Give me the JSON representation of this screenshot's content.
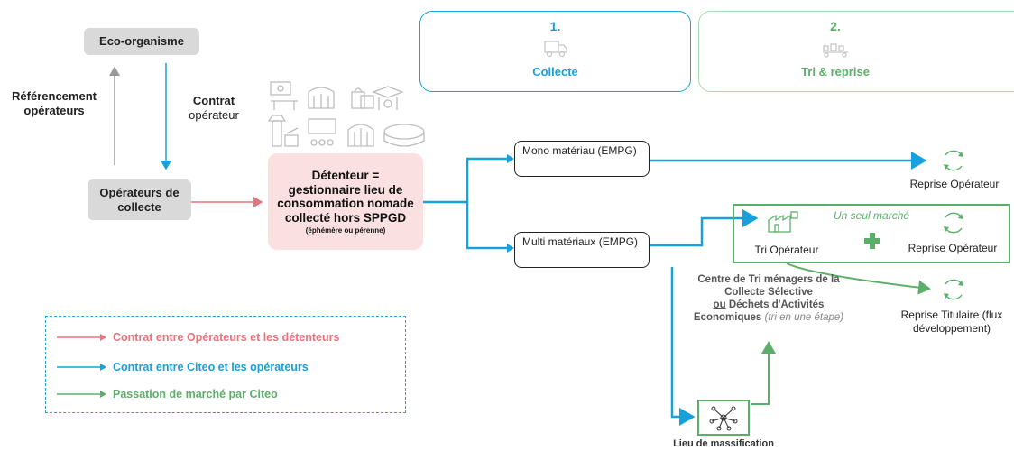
{
  "colors": {
    "pink": "#e9737c",
    "blue": "#17a0db",
    "green": "#5caf6a",
    "gray": "#d9d9d9",
    "pinkBg": "#fbe0e1"
  },
  "eco_organisme": "Eco-organisme",
  "referencement": "Référencement opérateurs",
  "contrat": {
    "bold": "Contrat",
    "normal": "opérateur"
  },
  "operateurs": "Opérateurs de collecte",
  "detenteur": {
    "main": "Détenteur = gestionnaire lieu de consommation nomade collecté hors SPPGD",
    "sub": "(éphémère ou pérenne)"
  },
  "steps": [
    {
      "num": "1.",
      "label": "Collecte",
      "icon": "truck-icon"
    },
    {
      "num": "2.",
      "label": "Tri & reprise",
      "icon": "sorting-conveyor-icon"
    }
  ],
  "mono": "Mono matériau (EMPG)",
  "multi": "Multi matériaux (EMPG)",
  "reprise_operateur_1": "Reprise Opérateur",
  "un_seul_marche": "Un seul marché",
  "tri_operateur": "Tri Opérateur",
  "reprise_operateur_2": "Reprise Opérateur",
  "reprise_titulaire": "Reprise Titulaire (flux développement)",
  "centre_tri": {
    "line1": "Centre de Tri ménagers de la Collecte Sélective",
    "ou": "ou",
    "line2": "Déchets d'Activités Economiques",
    "italic": "(tri en une étape)"
  },
  "lieu_massification": "Lieu de massification",
  "legend": [
    {
      "text": "Contrat entre Opérateurs et les détenteurs",
      "color": "#e9737c"
    },
    {
      "text": "Contrat entre Citeo et les opérateurs",
      "color": "#17a0db"
    },
    {
      "text": "Passation de marché par Citeo",
      "color": "#5caf6a"
    }
  ]
}
